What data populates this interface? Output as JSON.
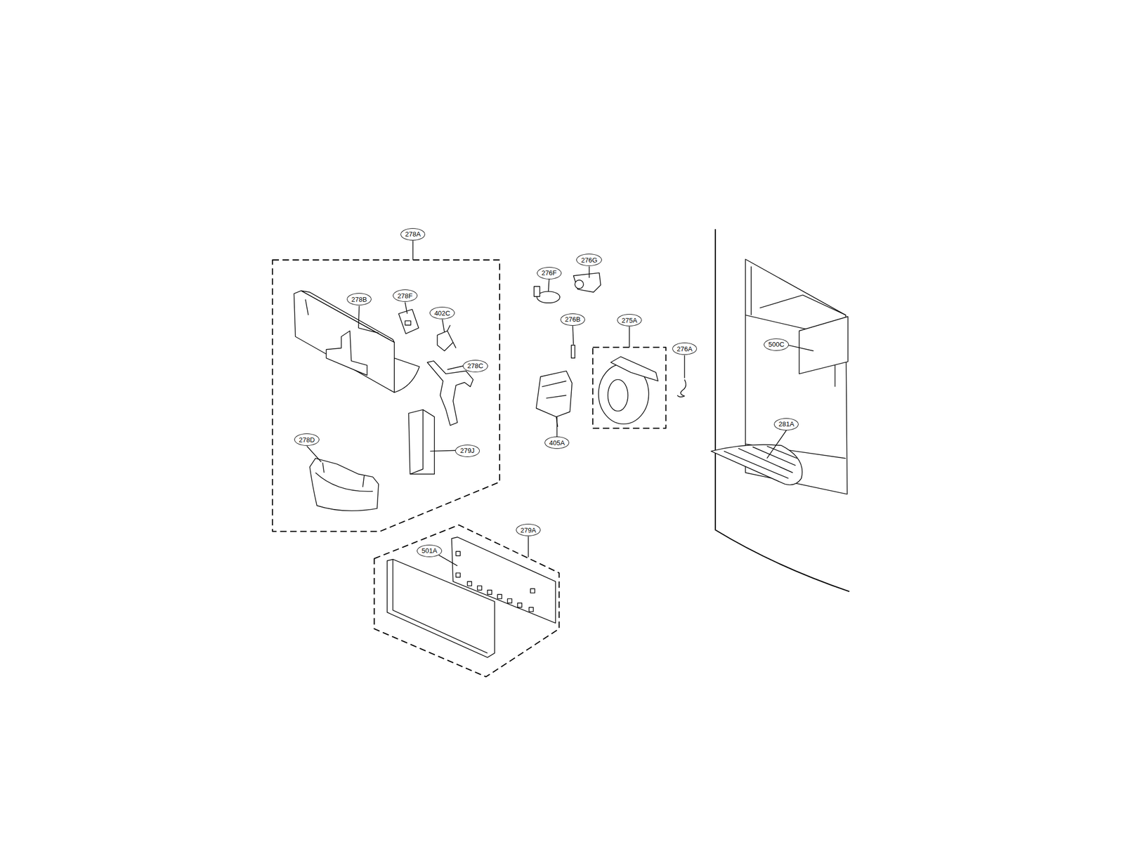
{
  "diagram": {
    "labels": [
      "278A",
      "278B",
      "278F",
      "402C",
      "278C",
      "278D",
      "279J",
      "276F",
      "276G",
      "276B",
      "275A",
      "276A",
      "405A",
      "500C",
      "281A",
      "279A",
      "501A"
    ]
  }
}
